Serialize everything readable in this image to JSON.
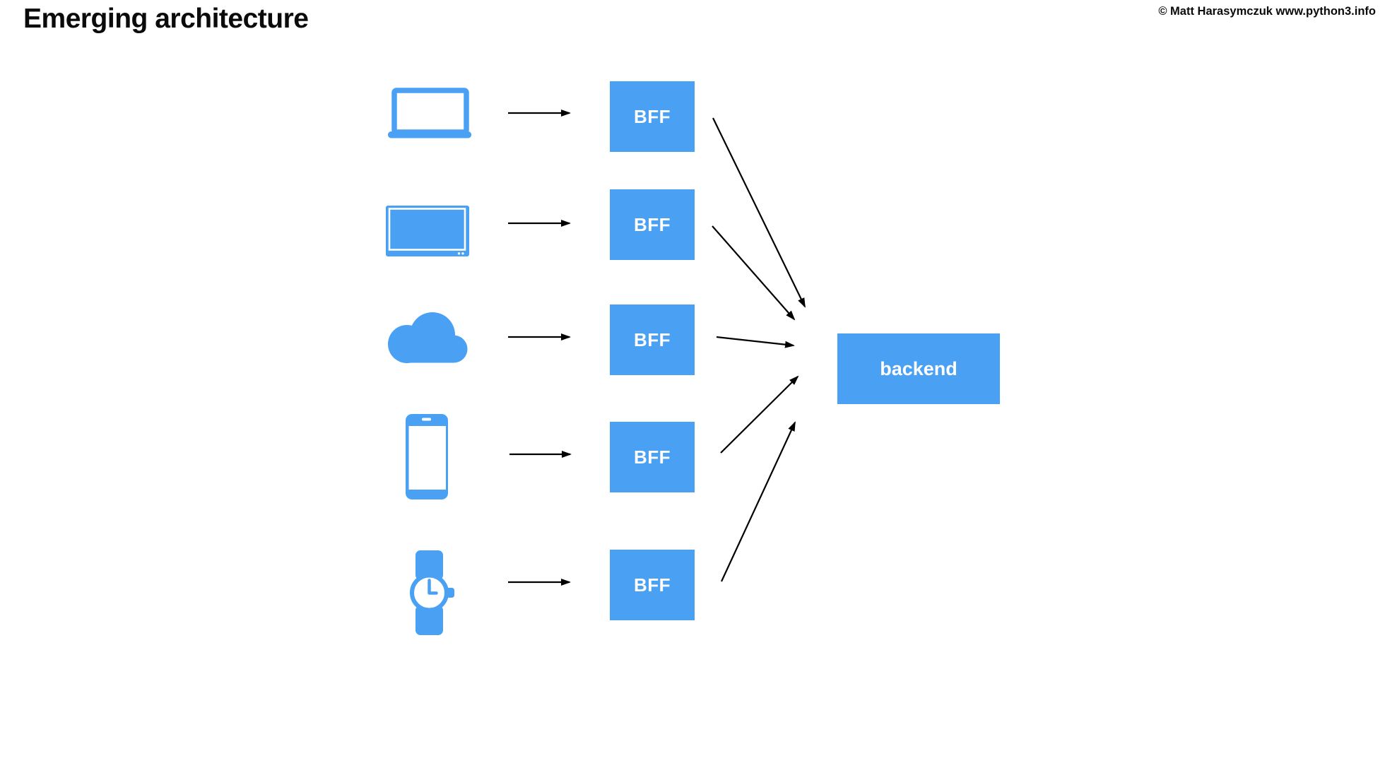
{
  "page": {
    "title": "Emerging architecture",
    "copyright": "© Matt Harasymczuk www.python3.info"
  },
  "colors": {
    "accent_blue": "#4AA0F2",
    "arrow_black": "#000000",
    "node_text_white": "#FFFFFF",
    "title_black": "#0B0B0B",
    "background": "#FFFFFF"
  },
  "diagram": {
    "devices": [
      {
        "type": "laptop",
        "icon": "laptop-icon"
      },
      {
        "type": "tv",
        "icon": "tv-icon"
      },
      {
        "type": "cloud",
        "icon": "cloud-icon"
      },
      {
        "type": "smartphone",
        "icon": "smartphone-icon"
      },
      {
        "type": "smartwatch",
        "icon": "smartwatch-icon"
      }
    ],
    "bff_nodes": [
      {
        "label": "BFF"
      },
      {
        "label": "BFF"
      },
      {
        "label": "BFF"
      },
      {
        "label": "BFF"
      },
      {
        "label": "BFF"
      }
    ],
    "backend": {
      "label": "backend"
    }
  }
}
